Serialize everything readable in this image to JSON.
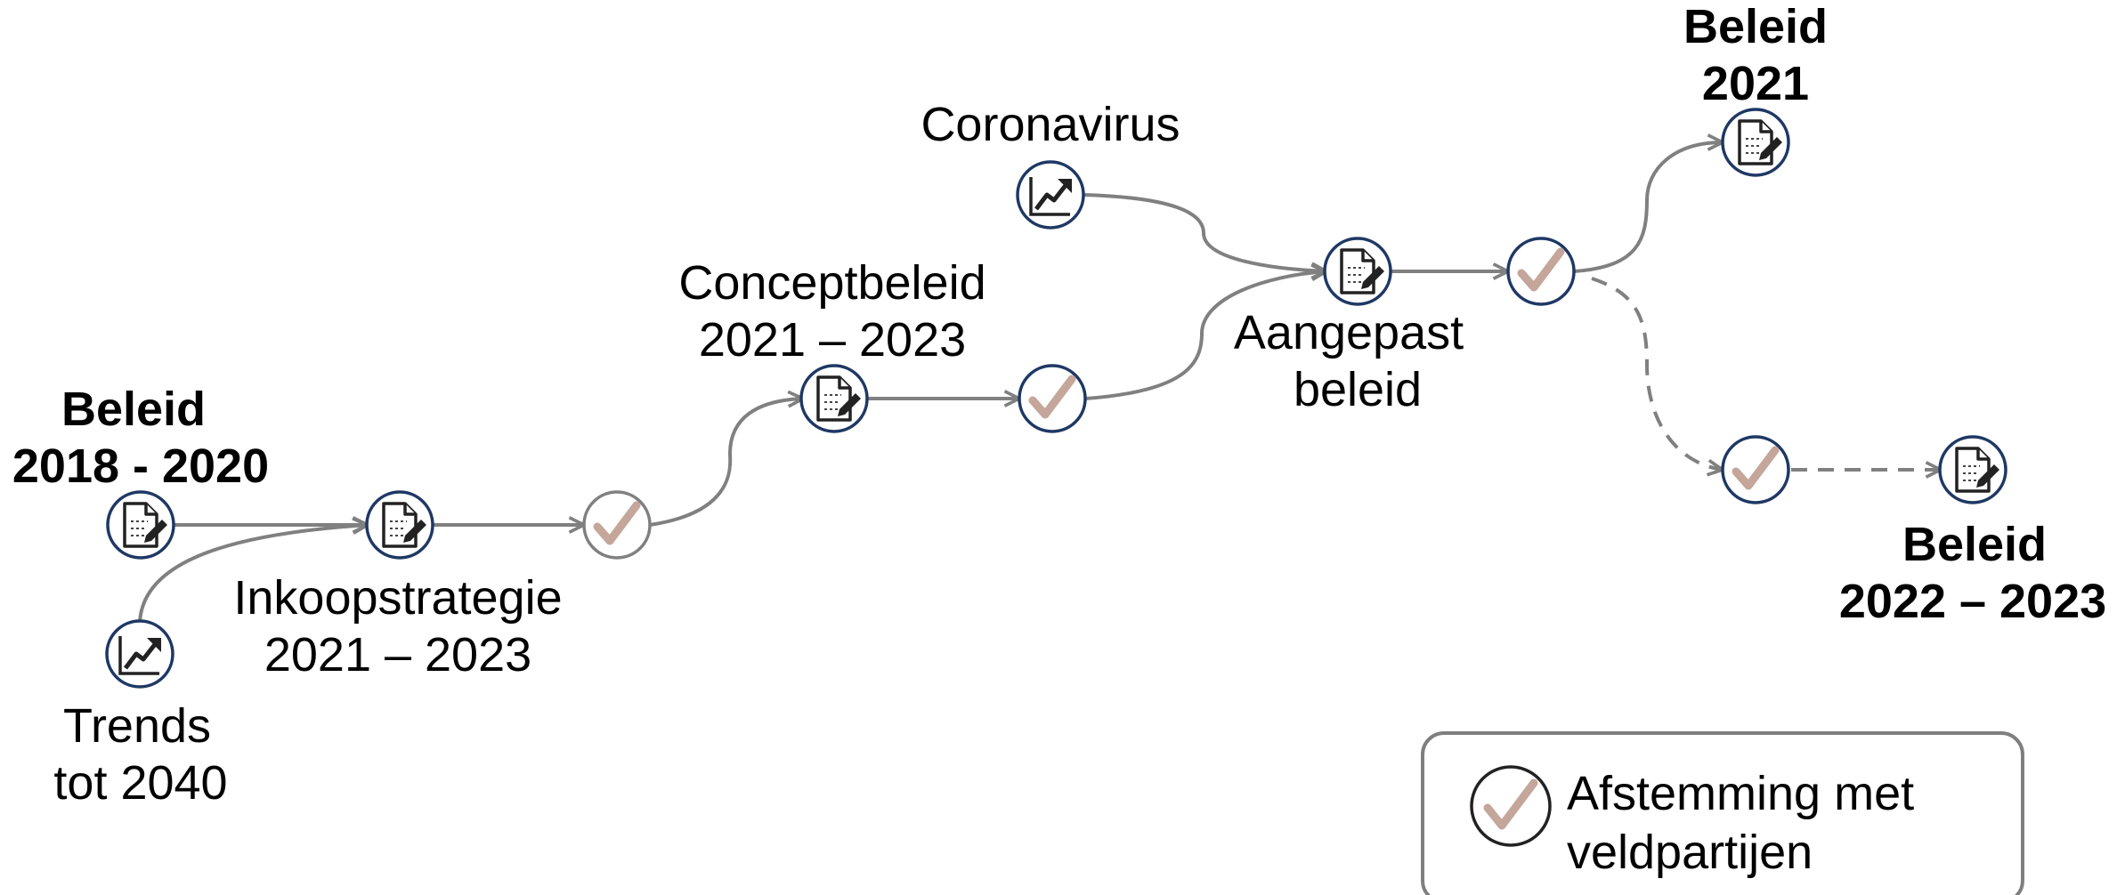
{
  "labels": {
    "beleid_2018_line1": "Beleid",
    "beleid_2018_line2": "2018 - 2020",
    "trends_line1": "Trends",
    "trends_line2": "tot 2040",
    "inkoop_line1": "Inkoopstrategie",
    "inkoop_line2": "2021 – 2023",
    "concept_line1": "Conceptbeleid",
    "concept_line2": "2021 – 2023",
    "corona": "Coronavirus",
    "aangepast_line1": "Aangepast",
    "aangepast_line2": "beleid",
    "beleid_2021_line1": "Beleid",
    "beleid_2021_line2": "2021",
    "beleid_2022_line1": "Beleid",
    "beleid_2022_line2": "2022 – 2023"
  },
  "legend": {
    "line1": "Afstemming met",
    "line2": "veldpartijen"
  },
  "icons": {
    "document": "document-edit-icon",
    "trend": "trend-chart-icon",
    "check": "checkmark-icon"
  },
  "colors": {
    "node_ring": "#1f3864",
    "connector": "#808080",
    "checkmark": "#c4a69b",
    "legend_border": "#7f7f7f"
  }
}
